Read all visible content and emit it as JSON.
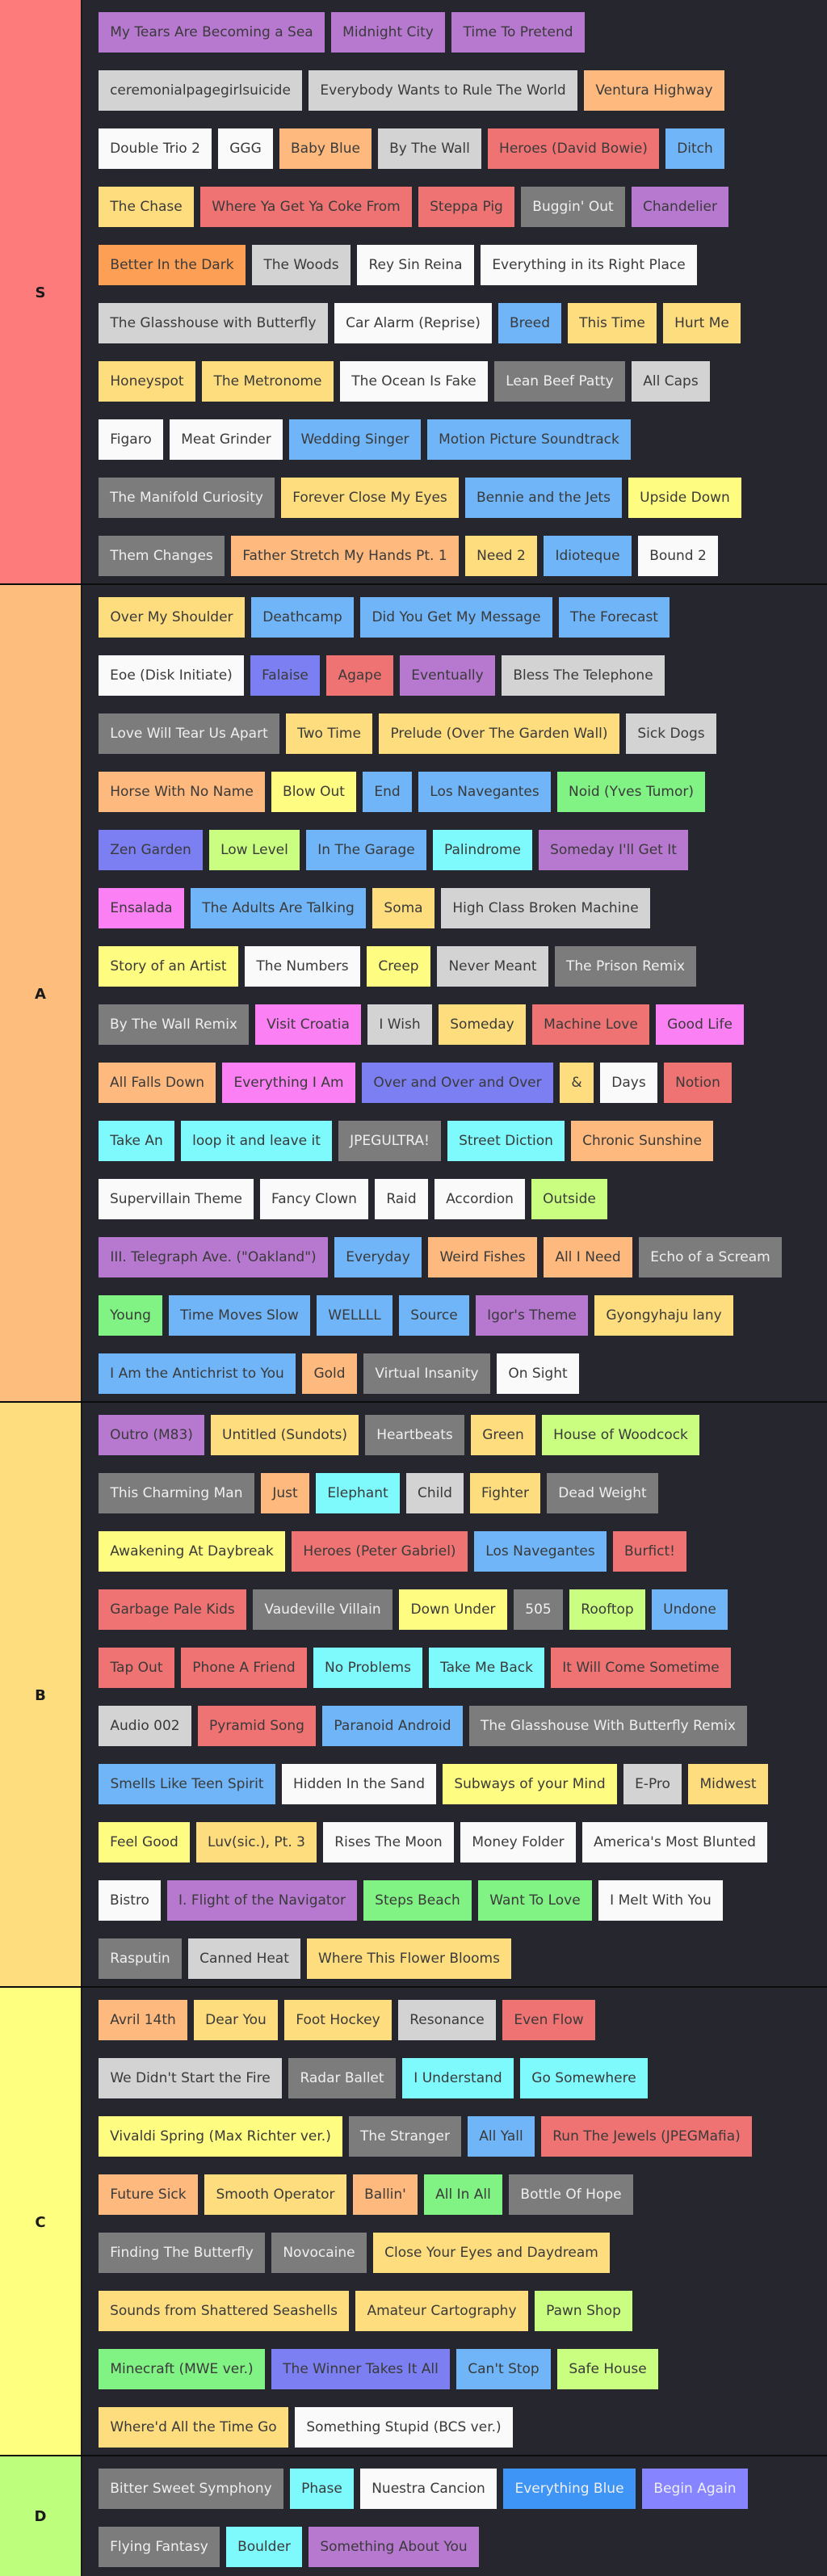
{
  "colors": {
    "lavender": "#b779d0",
    "lightgray": "#d3d3d3",
    "orange": "#fdb97e",
    "white": "#fafafa",
    "red": "#f07373",
    "blue": "#6fb5f8",
    "yellow": "#fedd7f",
    "darkgray": "#7c7c7c",
    "deeporange": "#fd9f55",
    "paleyellow": "#fffd81",
    "slateblue": "#7b7ff2",
    "pink": "#fa80f4",
    "green": "#81f284",
    "cyan": "#7ffafc",
    "lime": "#cafe80",
    "brightblue": "#3e95f5",
    "brightgreen": "#79f77e",
    "violet": "#8784ff"
  },
  "tiers": [
    {
      "label": "S",
      "color": "#fd7b7b",
      "rows": [
        [
          [
            "My Tears Are Becoming a Sea",
            "lavender"
          ],
          [
            "Midnight City",
            "lavender"
          ],
          [
            "Time To Pretend",
            "lavender"
          ]
        ],
        [
          [
            "ceremonialpagegirlsuicide",
            "lightgray"
          ],
          [
            "Everybody Wants to Rule The World",
            "lightgray"
          ],
          [
            "Ventura Highway",
            "orange"
          ]
        ],
        [
          [
            "Double Trio 2",
            "white"
          ],
          [
            "GGG",
            "white"
          ],
          [
            "Baby Blue",
            "orange"
          ],
          [
            "By The Wall",
            "lightgray"
          ],
          [
            "Heroes (David Bowie)",
            "red"
          ],
          [
            "Ditch",
            "blue"
          ]
        ],
        [
          [
            "The Chase",
            "yellow"
          ],
          [
            "Where Ya Get Ya Coke From",
            "red"
          ],
          [
            "Steppa Pig",
            "red"
          ],
          [
            "Buggin' Out",
            "darkgray"
          ],
          [
            "Chandelier",
            "lavender"
          ]
        ],
        [
          [
            "Better In the Dark",
            "deeporange"
          ],
          [
            "The Woods",
            "lightgray"
          ],
          [
            "Rey Sin Reina",
            "white"
          ],
          [
            "Everything in its Right Place",
            "white"
          ]
        ],
        [
          [
            "The Glasshouse with Butterfly",
            "lightgray"
          ],
          [
            "Car Alarm (Reprise)",
            "white"
          ],
          [
            "Breed",
            "blue"
          ],
          [
            "This Time",
            "yellow"
          ],
          [
            "Hurt Me",
            "yellow"
          ]
        ],
        [
          [
            "Honeyspot",
            "yellow"
          ],
          [
            "The Metronome",
            "yellow"
          ],
          [
            "The Ocean Is Fake",
            "white"
          ],
          [
            "Lean Beef Patty",
            "darkgray"
          ],
          [
            "All Caps",
            "lightgray"
          ]
        ],
        [
          [
            "Figaro",
            "white"
          ],
          [
            "Meat Grinder",
            "white"
          ],
          [
            "Wedding Singer",
            "blue"
          ],
          [
            "Motion Picture Soundtrack",
            "blue"
          ]
        ],
        [
          [
            "The Manifold Curiosity",
            "darkgray"
          ],
          [
            "Forever Close My Eyes",
            "yellow"
          ],
          [
            "Bennie and the Jets",
            "blue"
          ],
          [
            "Upside Down",
            "paleyellow"
          ]
        ],
        [
          [
            "Them Changes",
            "darkgray"
          ],
          [
            "Father Stretch My Hands Pt. 1",
            "orange"
          ],
          [
            "Need 2",
            "yellow"
          ],
          [
            "Idioteque",
            "blue"
          ],
          [
            "Bound 2",
            "white"
          ]
        ]
      ]
    },
    {
      "label": "A",
      "color": "#fdbd7d",
      "rows": [
        [
          [
            "Over My Shoulder",
            "yellow"
          ],
          [
            "Deathcamp",
            "blue"
          ],
          [
            "Did You Get My Message",
            "blue"
          ],
          [
            "The Forecast",
            "blue"
          ]
        ],
        [
          [
            "Eoe (Disk Initiate)",
            "white"
          ],
          [
            "Falaise",
            "slateblue"
          ],
          [
            "Agape",
            "red"
          ],
          [
            "Eventually",
            "lavender"
          ],
          [
            "Bless The Telephone",
            "lightgray"
          ]
        ],
        [
          [
            "Love Will Tear Us Apart",
            "darkgray"
          ],
          [
            "Two Time",
            "yellow"
          ],
          [
            "Prelude (Over The Garden Wall)",
            "yellow"
          ],
          [
            "Sick Dogs",
            "lightgray"
          ]
        ],
        [
          [
            "Horse With No Name",
            "orange"
          ],
          [
            "Blow Out",
            "paleyellow"
          ],
          [
            "End",
            "blue"
          ],
          [
            "Los Navegantes",
            "blue"
          ],
          [
            "Noid (Yves Tumor)",
            "green"
          ]
        ],
        [
          [
            "Zen Garden",
            "slateblue"
          ],
          [
            "Low Level",
            "lime"
          ],
          [
            "In The Garage",
            "blue"
          ],
          [
            "Palindrome",
            "cyan"
          ],
          [
            "Someday I'll Get It",
            "lavender"
          ]
        ],
        [
          [
            "Ensalada",
            "pink"
          ],
          [
            "The Adults Are Talking",
            "blue"
          ],
          [
            "Soma",
            "yellow"
          ],
          [
            "High Class Broken Machine",
            "lightgray"
          ]
        ],
        [
          [
            "Story of an Artist",
            "paleyellow"
          ],
          [
            "The Numbers",
            "white"
          ],
          [
            "Creep",
            "paleyellow"
          ],
          [
            "Never Meant",
            "lightgray"
          ],
          [
            "The Prison Remix",
            "darkgray"
          ]
        ],
        [
          [
            "By The Wall Remix",
            "darkgray"
          ],
          [
            "Visit Croatia",
            "pink"
          ],
          [
            "I Wish",
            "lightgray"
          ],
          [
            "Someday",
            "yellow"
          ],
          [
            "Machine Love",
            "red"
          ],
          [
            "Good Life",
            "pink"
          ]
        ],
        [
          [
            "All Falls Down",
            "orange"
          ],
          [
            "Everything I Am",
            "pink"
          ],
          [
            "Over and Over and Over",
            "slateblue"
          ],
          [
            "&",
            "yellow"
          ],
          [
            "Days",
            "white"
          ],
          [
            "Notion",
            "red"
          ]
        ],
        [
          [
            "Take An",
            "cyan"
          ],
          [
            "loop it and leave it",
            "cyan"
          ],
          [
            "JPEGULTRA!",
            "darkgray"
          ],
          [
            "Street Diction",
            "cyan"
          ],
          [
            "Chronic Sunshine",
            "orange"
          ]
        ],
        [
          [
            "Supervillain Theme",
            "white"
          ],
          [
            "Fancy Clown",
            "white"
          ],
          [
            "Raid",
            "white"
          ],
          [
            "Accordion",
            "white"
          ],
          [
            "Outside",
            "lime"
          ]
        ],
        [
          [
            "III. Telegraph Ave. (\"Oakland\")",
            "lavender"
          ],
          [
            "Everyday",
            "blue"
          ],
          [
            "Weird Fishes",
            "orange"
          ],
          [
            "All I Need",
            "orange"
          ],
          [
            "Echo of a Scream",
            "darkgray"
          ]
        ],
        [
          [
            "Young",
            "green"
          ],
          [
            "Time Moves Slow",
            "blue"
          ],
          [
            "WELLLL",
            "blue"
          ],
          [
            "Source",
            "blue"
          ],
          [
            "Igor's Theme",
            "lavender"
          ],
          [
            "Gyongyhaju lany",
            "yellow"
          ]
        ],
        [
          [
            "I Am the Antichrist to You",
            "blue"
          ],
          [
            "Gold",
            "orange"
          ],
          [
            "Virtual Insanity",
            "darkgray"
          ],
          [
            "On Sight",
            "white"
          ]
        ]
      ]
    },
    {
      "label": "B",
      "color": "#fedd7f",
      "rows": [
        [
          [
            "Outro (M83)",
            "lavender"
          ],
          [
            "Untitled (Sundots)",
            "yellow"
          ],
          [
            "Heartbeats",
            "darkgray"
          ],
          [
            "Green",
            "yellow"
          ],
          [
            "House of Woodcock",
            "lime"
          ]
        ],
        [
          [
            "This Charming Man",
            "darkgray"
          ],
          [
            "Just",
            "orange"
          ],
          [
            "Elephant",
            "cyan"
          ],
          [
            "Child",
            "lightgray"
          ],
          [
            "Fighter",
            "yellow"
          ],
          [
            "Dead Weight",
            "darkgray"
          ]
        ],
        [
          [
            "Awakening At Daybreak",
            "paleyellow"
          ],
          [
            "Heroes (Peter Gabriel)",
            "red"
          ],
          [
            "Los Navegantes",
            "blue"
          ],
          [
            "Burfict!",
            "red"
          ]
        ],
        [
          [
            "Garbage Pale Kids",
            "red"
          ],
          [
            "Vaudeville Villain",
            "darkgray"
          ],
          [
            "Down Under",
            "paleyellow"
          ],
          [
            "505",
            "darkgray"
          ],
          [
            "Rooftop",
            "lime"
          ],
          [
            "Undone",
            "blue"
          ]
        ],
        [
          [
            "Tap Out",
            "red"
          ],
          [
            "Phone A Friend",
            "red"
          ],
          [
            "No Problems",
            "cyan"
          ],
          [
            "Take Me Back",
            "cyan"
          ],
          [
            "It Will Come Sometime",
            "red"
          ]
        ],
        [
          [
            "Audio 002",
            "lightgray"
          ],
          [
            "Pyramid Song",
            "red"
          ],
          [
            "Paranoid Android",
            "blue"
          ],
          [
            "The Glasshouse With Butterfly Remix",
            "darkgray"
          ]
        ],
        [
          [
            "Smells Like Teen Spirit",
            "blue"
          ],
          [
            "Hidden In the Sand",
            "white"
          ],
          [
            "Subways of your Mind",
            "paleyellow"
          ],
          [
            "E-Pro",
            "lightgray"
          ],
          [
            "Midwest",
            "yellow"
          ]
        ],
        [
          [
            "Feel Good",
            "paleyellow"
          ],
          [
            "Luv(sic.), Pt. 3",
            "yellow"
          ],
          [
            "Rises The Moon",
            "white"
          ],
          [
            "Money Folder",
            "white"
          ],
          [
            "America's Most Blunted",
            "white"
          ]
        ],
        [
          [
            "Bistro",
            "white"
          ],
          [
            "I. Flight of the Navigator",
            "lavender"
          ],
          [
            "Steps Beach",
            "green"
          ],
          [
            "Want To Love",
            "green"
          ],
          [
            "I Melt With You",
            "white"
          ]
        ],
        [
          [
            "Rasputin",
            "darkgray"
          ],
          [
            "Canned Heat",
            "lightgray"
          ],
          [
            "Where This Flower Blooms",
            "yellow"
          ]
        ]
      ]
    },
    {
      "label": "C",
      "color": "#fefe7f",
      "rows": [
        [
          [
            "Avril 14th",
            "orange"
          ],
          [
            "Dear You",
            "yellow"
          ],
          [
            "Foot Hockey",
            "yellow"
          ],
          [
            "Resonance",
            "lightgray"
          ],
          [
            "Even Flow",
            "red"
          ]
        ],
        [
          [
            "We Didn't Start the Fire",
            "lightgray"
          ],
          [
            "Radar Ballet",
            "darkgray"
          ],
          [
            "I Understand",
            "cyan"
          ],
          [
            "Go Somewhere",
            "cyan"
          ]
        ],
        [
          [
            "Vivaldi Spring (Max Richter ver.)",
            "paleyellow"
          ],
          [
            "The Stranger",
            "darkgray"
          ],
          [
            "All Yall",
            "blue"
          ],
          [
            "Run The Jewels (JPEGMafia)",
            "red"
          ]
        ],
        [
          [
            "Future Sick",
            "orange"
          ],
          [
            "Smooth Operator",
            "yellow"
          ],
          [
            "Ballin'",
            "orange"
          ],
          [
            "All In All",
            "green"
          ],
          [
            "Bottle Of Hope",
            "darkgray"
          ]
        ],
        [
          [
            "Finding The Butterfly",
            "darkgray"
          ],
          [
            "Novocaine",
            "darkgray"
          ],
          [
            "Close Your Eyes and Daydream",
            "yellow"
          ]
        ],
        [
          [
            "Sounds from Shattered Seashells",
            "yellow"
          ],
          [
            "Amateur Cartography",
            "yellow"
          ],
          [
            "Pawn Shop",
            "lime"
          ]
        ],
        [
          [
            "Minecraft (MWE ver.)",
            "green"
          ],
          [
            "The Winner Takes It All",
            "slateblue"
          ],
          [
            "Can't Stop",
            "blue"
          ],
          [
            "Safe House",
            "lime"
          ]
        ],
        [
          [
            "Where'd All the Time Go",
            "yellow"
          ],
          [
            "Something Stupid (BCS ver.)",
            "white"
          ]
        ]
      ]
    },
    {
      "label": "D",
      "color": "#bdfe7d",
      "rows": [
        [
          [
            "Bitter Sweet Symphony",
            "darkgray"
          ],
          [
            "Phase",
            "cyan"
          ],
          [
            "Nuestra Cancion",
            "white"
          ],
          [
            "Everything Blue",
            "brightblue"
          ],
          [
            "Begin Again",
            "violet"
          ]
        ],
        [
          [
            "Flying Fantasy",
            "darkgray"
          ],
          [
            "Boulder",
            "cyan"
          ],
          [
            "Something About You",
            "lavender"
          ]
        ]
      ]
    }
  ]
}
